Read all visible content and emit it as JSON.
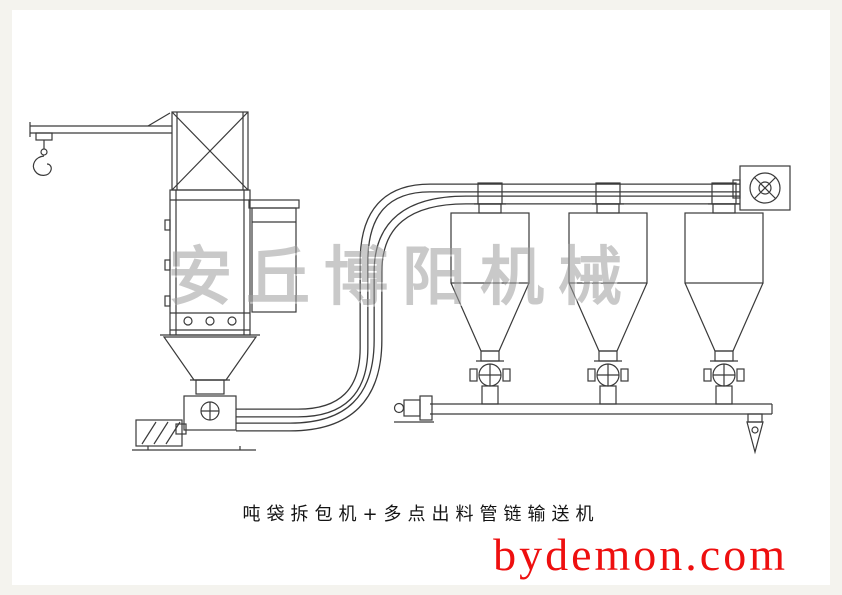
{
  "colors": {
    "outer_bg": "#f4f3ee",
    "canvas_bg": "#ffffff",
    "ink": "#3a3a3a",
    "watermark": "#9e9e9e",
    "caption": "#141414",
    "brand": "#ee0f0f"
  },
  "watermark": {
    "text": "安丘博阳机械"
  },
  "caption": {
    "text": "吨袋拆包机+多点出料管链输送机"
  },
  "brand": {
    "text": "bydemon.com"
  },
  "drawing": {
    "parts": [
      "jib-crane-hook",
      "support-tower",
      "bag-unpacking-cabinet",
      "dust-collector",
      "discharge-hopper",
      "rotary-feeder",
      "feeder-drive-motor",
      "tube-chain-conveyor-loop",
      "storage-hopper-1",
      "storage-hopper-2",
      "storage-hopper-3",
      "top-drive-unit",
      "bottom-discharge-pipe",
      "pipe-drive-motor",
      "chain-tensioner"
    ]
  }
}
